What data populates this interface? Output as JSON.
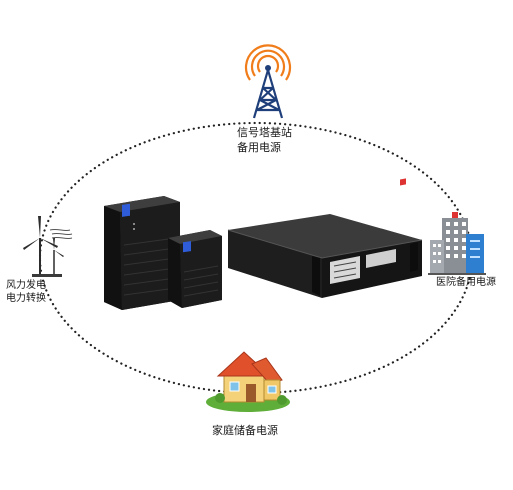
{
  "labels": {
    "tower": [
      "信号塔基站",
      "备用电源"
    ],
    "wind": [
      "风力发电",
      "电力转换"
    ],
    "hospital": "医院备用电源",
    "home": "家庭储备电源"
  },
  "colors": {
    "ring": "#222222",
    "tower_blue": "#1f3f7a",
    "signal_orange": "#f07d1a",
    "ups_body": "#1c1c1c",
    "screen_blue": "#2f5cd8",
    "house_roof": "#e0502a",
    "house_wall": "#f3d27a",
    "grass": "#5fae3a",
    "building_gray": "#8a8f96",
    "building_blue": "#2f7fd0"
  },
  "icons": [
    "tower-icon",
    "wind-turbine-icon",
    "hospital-icon",
    "house-icon"
  ],
  "devices": [
    "tower-ups-large",
    "tower-ups-small",
    "rack-battery"
  ]
}
